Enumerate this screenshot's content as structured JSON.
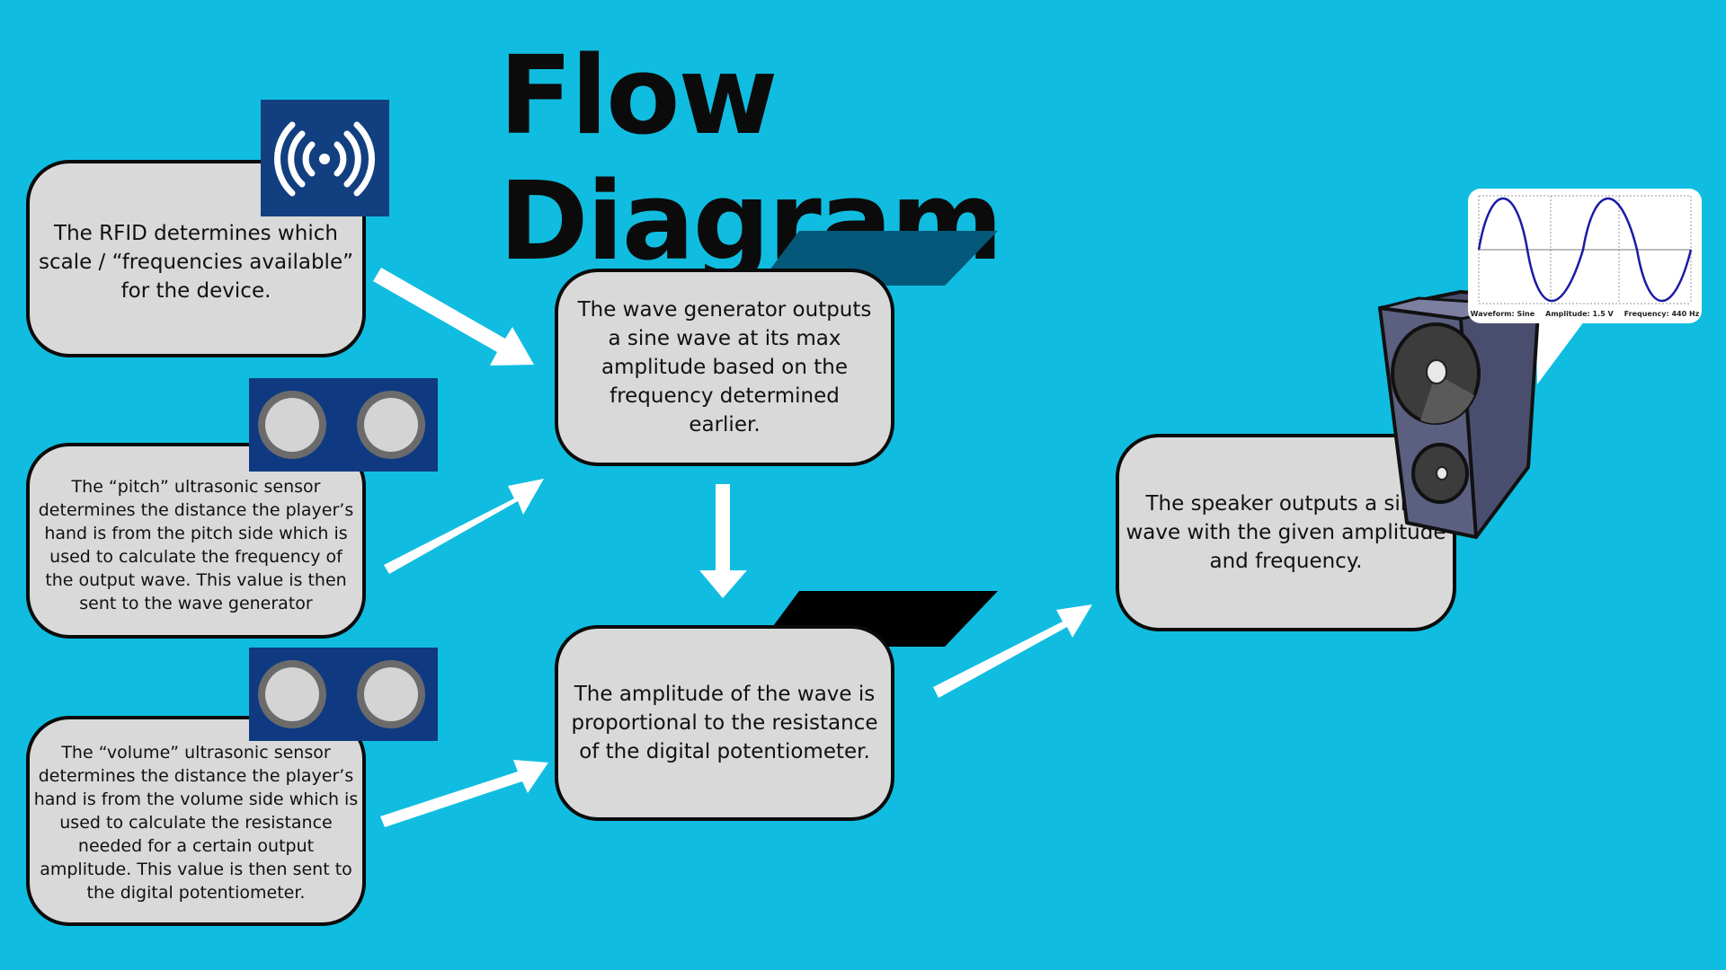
{
  "title": "Flow Diagram",
  "boxes": {
    "rfid": "The RFID determines which scale / “frequencies available” for the device.",
    "pitch": "The “pitch” ultrasonic sensor determines the distance the player’s hand is from the pitch side which is used to calculate the frequency of the output wave. This value is then sent to the wave generator",
    "volume": "The “volume” ultrasonic sensor determines the distance the player’s hand is from the volume side which is used to calculate the resistance needed for a certain output amplitude. This value is then sent to the digital potentiometer.",
    "wave_generator": "The wave generator outputs a sine wave at its max amplitude based on the frequency determined earlier.",
    "amplitude": "The amplitude of the wave is proportional to the resistance of the digital potentiometer.",
    "speaker": "The speaker outputs a sine wave with the given amplitude and frequency."
  },
  "wave_chart": {
    "waveform_label": "Waveform: Sine",
    "amplitude_label": "Amplitude: 1.5 V",
    "frequency_label": "Frequency: 440 Hz"
  },
  "icons": {
    "rfid": "rfid-signal-icon",
    "sensors": "ultrasonic-sensor-icon",
    "speaker": "speaker-icon",
    "wave": "sine-wave-icon"
  },
  "colors": {
    "background": "#10bde0",
    "box_fill": "#d9d9d9",
    "sensor_blue": "#0f3a82",
    "wave_para": "#04587a",
    "amp_para": "#000000"
  }
}
